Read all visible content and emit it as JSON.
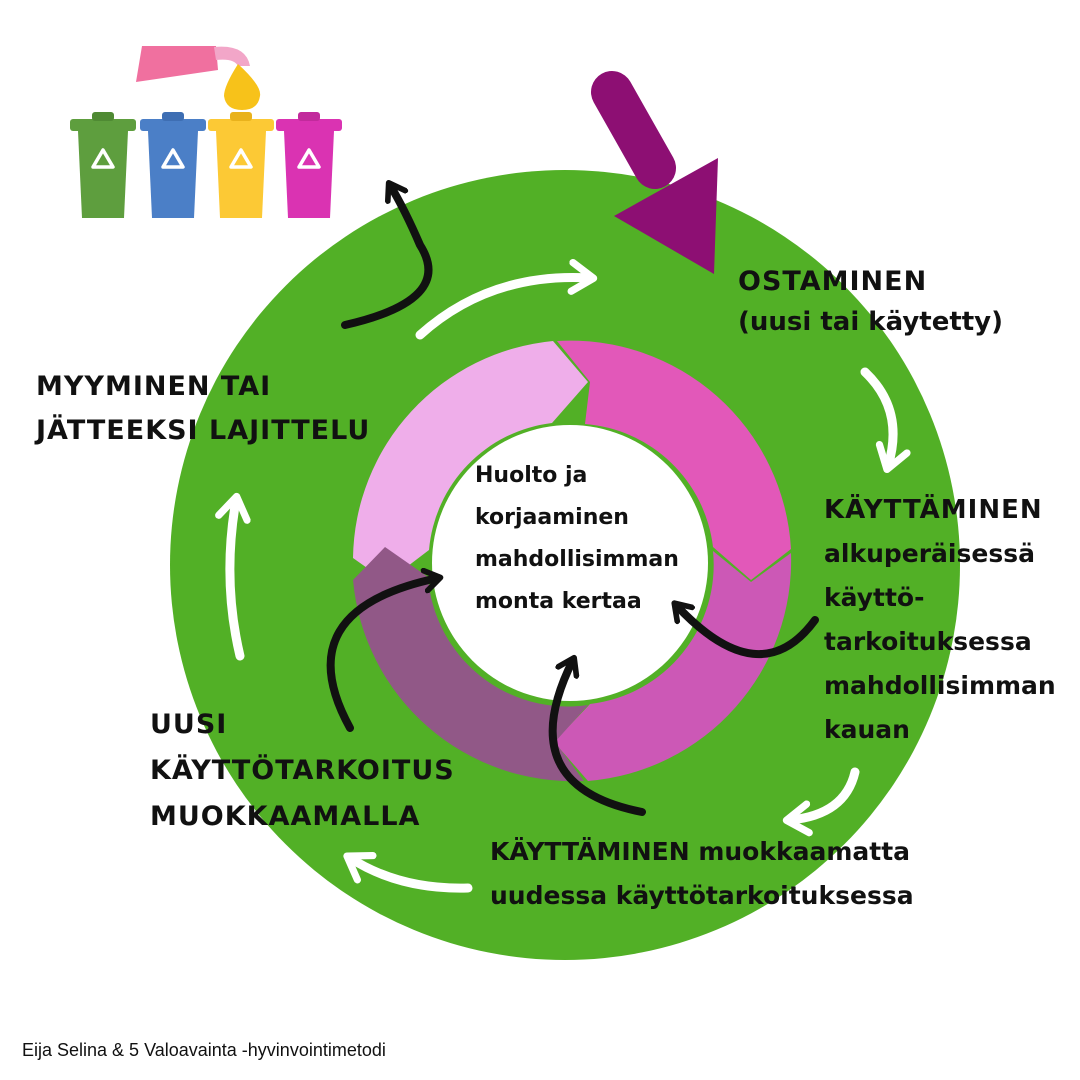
{
  "colors": {
    "outer_ring": "#52b026",
    "segment_light_pink": "#efaeea",
    "segment_magenta": "#e258b9",
    "segment_orchid": "#cc58b6",
    "segment_plum": "#915887",
    "big_arrow": "#8d0f73",
    "bin_green": "#5e9e3e",
    "bin_blue": "#4b7fc7",
    "bin_yellow": "#fcc935",
    "bin_magenta": "#da33b2"
  },
  "icons": [
    "recycling-bin-icon",
    "recycle-symbol-icon",
    "pouring-tube-icon",
    "curved-arrow-icon",
    "white-flow-arrow-icon",
    "big-purple-arrow-icon"
  ],
  "labels": {
    "buying": [
      "OSTAMINEN",
      "(uusi tai käytetty)"
    ],
    "using_original": [
      "KÄYTTÄMINEN",
      "alkuperäisessä",
      "käyttö-",
      "tarkoituksessa",
      "mahdollisimman",
      "kauan"
    ],
    "using_unmodified": [
      "KÄYTTÄMINEN muokkaamatta",
      "uudessa käyttötarkoituksessa"
    ],
    "new_purpose": [
      "UUSI",
      "KÄYTTÖTARKOITUS",
      "MUOKKAAMALLA"
    ],
    "selling": [
      "MYYMINEN TAI",
      "JÄTTEEKSI LAJITTELU"
    ],
    "center": [
      "Huolto ja",
      "korjaaminen",
      "mahdollisimman",
      "monta kertaa"
    ]
  },
  "credit": "Eija Selina &  5 Valoavainta -hyvinvointimetodi"
}
